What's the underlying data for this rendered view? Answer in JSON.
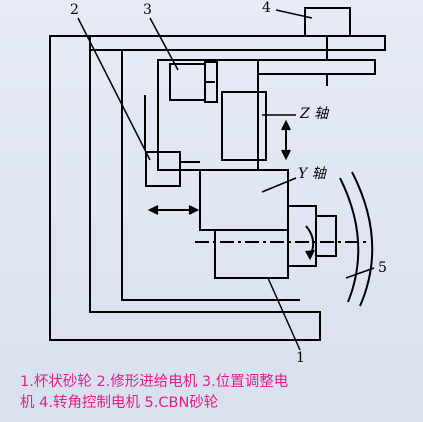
{
  "labels": {
    "n1": "1",
    "n2": "2",
    "n3": "3",
    "n4": "4",
    "n5": "5",
    "z_axis": "Z 轴",
    "y_axis": "Y 轴"
  },
  "caption": {
    "line1": "1.杯状砂轮   2.修形进给电机    3.位置调整电",
    "line2": "机    4.转角控制电机   5.CBN砂轮"
  },
  "colors": {
    "stroke": "#000000",
    "caption": "#e0208a",
    "background": "#dde3f0"
  }
}
